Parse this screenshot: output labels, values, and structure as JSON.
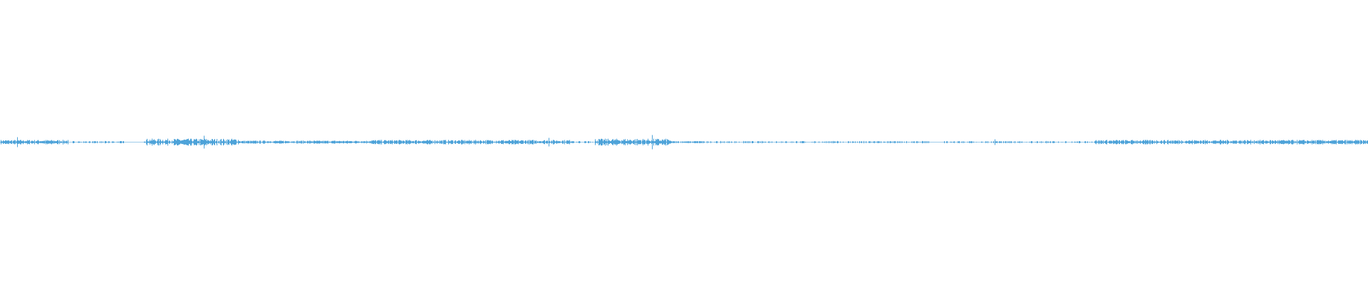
{
  "waveform": {
    "color": "#4ea3d9",
    "background": "#ffffff",
    "segments": [
      {
        "start": 0.0,
        "end": 0.05,
        "activity": "medium"
      },
      {
        "start": 0.053,
        "end": 0.092,
        "activity": "sparse"
      },
      {
        "start": 0.105,
        "end": 0.175,
        "activity": "high"
      },
      {
        "start": 0.175,
        "end": 0.27,
        "activity": "low"
      },
      {
        "start": 0.27,
        "end": 0.42,
        "activity": "medium"
      },
      {
        "start": 0.42,
        "end": 0.52,
        "activity": "sparse"
      },
      {
        "start": 0.435,
        "end": 0.49,
        "activity": "high"
      },
      {
        "start": 0.49,
        "end": 0.68,
        "activity": "sparse"
      },
      {
        "start": 0.69,
        "end": 0.8,
        "activity": "sparse"
      },
      {
        "start": 0.8,
        "end": 1.0,
        "activity": "medium"
      }
    ]
  }
}
